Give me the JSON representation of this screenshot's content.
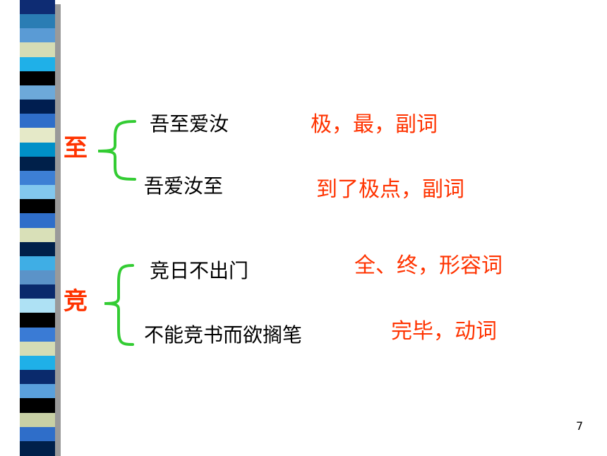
{
  "slide": {
    "page_number": "7",
    "colors": {
      "term": "#ff3300",
      "meaning": "#ff3300",
      "example": "#000000",
      "brace": "#33cc33"
    },
    "left_bar_colors": [
      "#0e2c73",
      "#2a7db4",
      "#5a9bd5",
      "#d5dcb5",
      "#1fb0e8",
      "#000000",
      "#6da9d9",
      "#001e50",
      "#2f6ec9",
      "#e5e9c8",
      "#0090c8",
      "#00204a",
      "#3d7fd4",
      "#82c7ee",
      "#000000",
      "#2f6ec9",
      "#d9e0b8",
      "#00204a",
      "#3faee5",
      "#5b93c8",
      "#0a2a6c",
      "#aee1f4",
      "#000000",
      "#3a7bd5",
      "#d5dcb5",
      "#1fb0e8",
      "#0a2a6c",
      "#5aa0dc",
      "#000000",
      "#c8d0a5",
      "#2f6ec9",
      "#00204a"
    ],
    "groups": [
      {
        "term": "至",
        "entries": [
          {
            "example": "吾至爱汝",
            "meaning": "极，最，副词"
          },
          {
            "example": "吾爱汝至",
            "meaning": "到了极点，副词"
          }
        ]
      },
      {
        "term": "竞",
        "entries": [
          {
            "example": "竞日不出门",
            "meaning": "全、终，形容词"
          },
          {
            "example": "不能竞书而欲搁笔",
            "meaning": "完毕，动词"
          }
        ]
      }
    ]
  }
}
